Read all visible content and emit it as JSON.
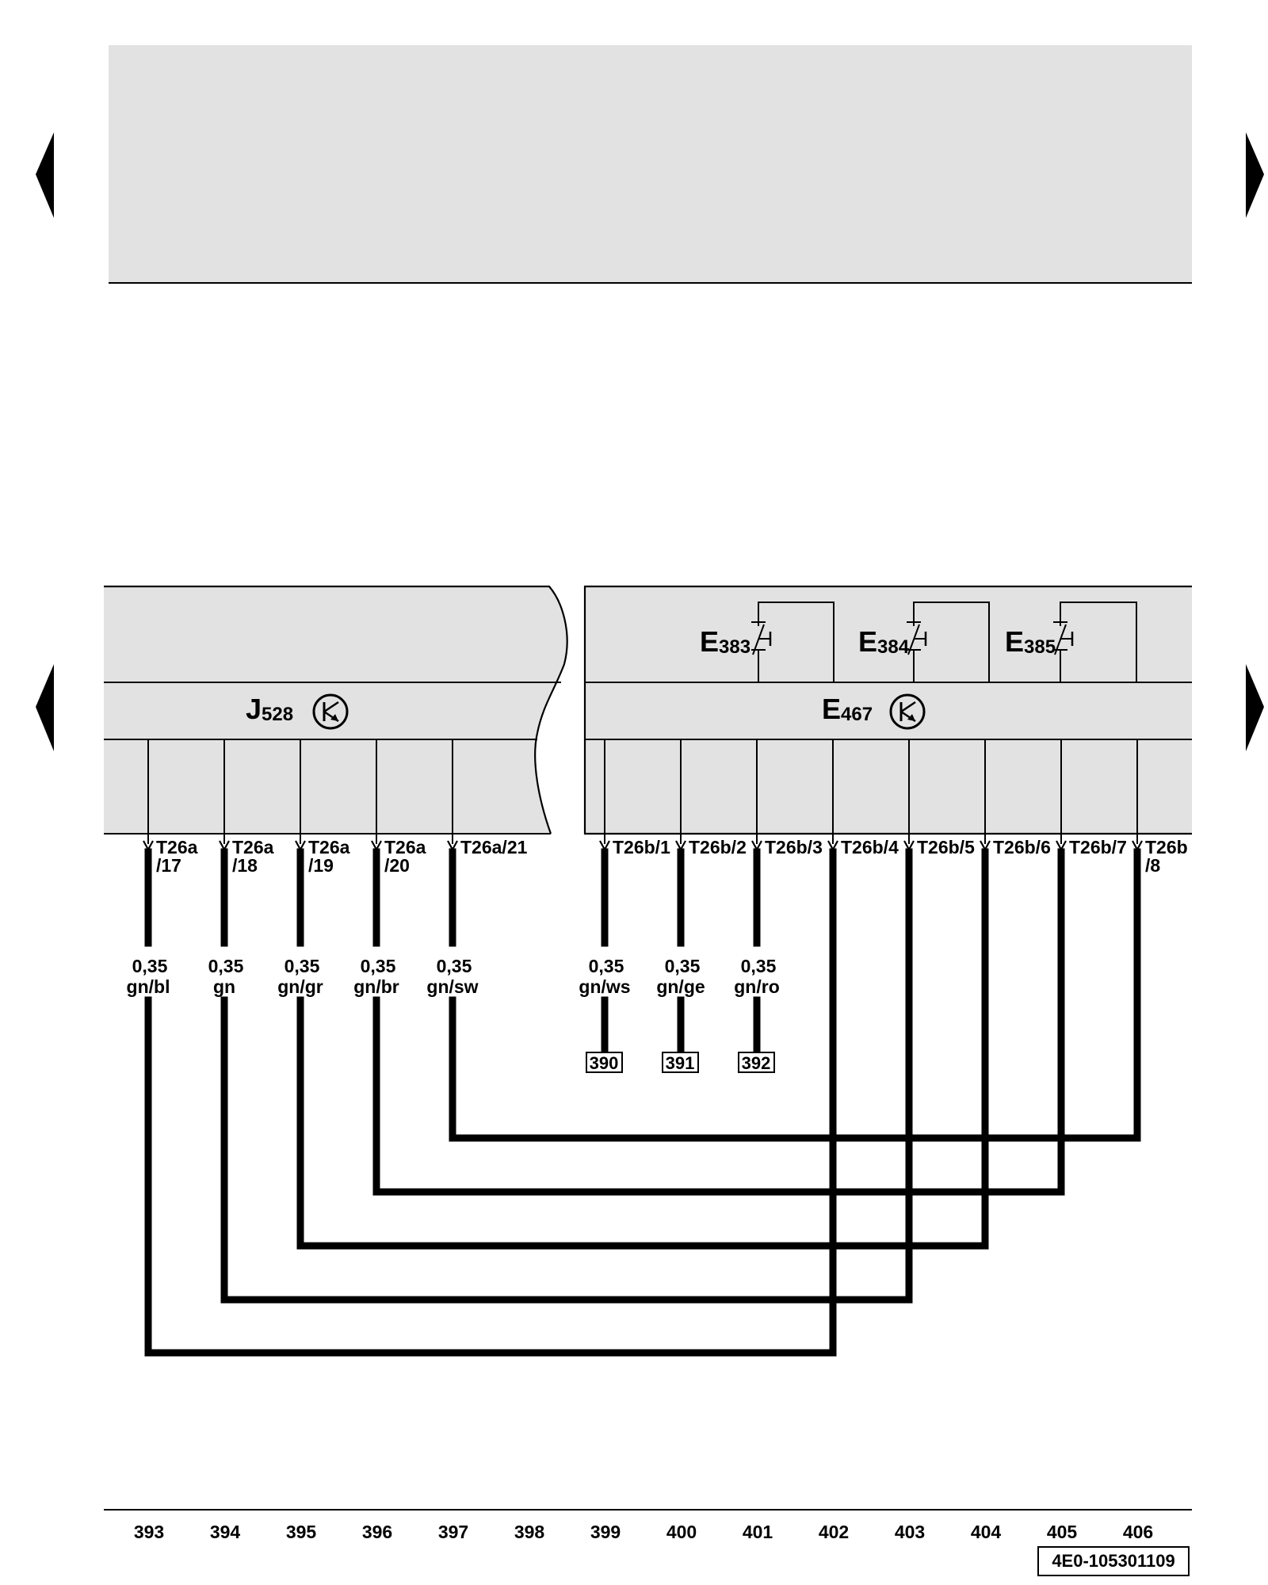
{
  "colors": {
    "panel": "#e2e2e2",
    "line": "#000000",
    "background": "#ffffff"
  },
  "nav": {
    "prev_icon": "triangle-left-icon",
    "next_icon": "triangle-right-icon"
  },
  "components": {
    "j528": {
      "letter": "J",
      "number": "528",
      "icon": "transistor-symbol-icon"
    },
    "e467": {
      "letter": "E",
      "number": "467",
      "icon": "transistor-symbol-icon"
    },
    "switches": [
      {
        "letter": "E",
        "number": "383",
        "icon": "push-switch-icon"
      },
      {
        "letter": "E",
        "number": "384",
        "icon": "push-switch-icon"
      },
      {
        "letter": "E",
        "number": "385",
        "icon": "push-switch-icon"
      }
    ]
  },
  "pins": {
    "j528": [
      {
        "line1": "T26a",
        "line2": "/17"
      },
      {
        "line1": "T26a",
        "line2": "/18"
      },
      {
        "line1": "T26a",
        "line2": "/19"
      },
      {
        "line1": "T26a",
        "line2": "/20"
      },
      {
        "line1": "T26a/21",
        "line2": ""
      }
    ],
    "e467": [
      {
        "line1": "T26b/1",
        "line2": ""
      },
      {
        "line1": "T26b/2",
        "line2": ""
      },
      {
        "line1": "T26b/3",
        "line2": ""
      },
      {
        "line1": "T26b/4",
        "line2": ""
      },
      {
        "line1": "T26b/5",
        "line2": ""
      },
      {
        "line1": "T26b/6",
        "line2": ""
      },
      {
        "line1": "T26b/7",
        "line2": ""
      },
      {
        "line1": "T26b",
        "line2": "/8"
      }
    ]
  },
  "wires": [
    {
      "size": "0,35",
      "color": "gn/bl"
    },
    {
      "size": "0,35",
      "color": "gn"
    },
    {
      "size": "0,35",
      "color": "gn/gr"
    },
    {
      "size": "0,35",
      "color": "gn/br"
    },
    {
      "size": "0,35",
      "color": "gn/sw"
    },
    {
      "size": "0,35",
      "color": "gn/ws"
    },
    {
      "size": "0,35",
      "color": "gn/ge"
    },
    {
      "size": "0,35",
      "color": "gn/ro"
    }
  ],
  "references": [
    "390",
    "391",
    "392"
  ],
  "columns": [
    "393",
    "394",
    "395",
    "396",
    "397",
    "398",
    "399",
    "400",
    "401",
    "402",
    "403",
    "404",
    "405",
    "406"
  ],
  "doc_id": "4E0-105301109"
}
